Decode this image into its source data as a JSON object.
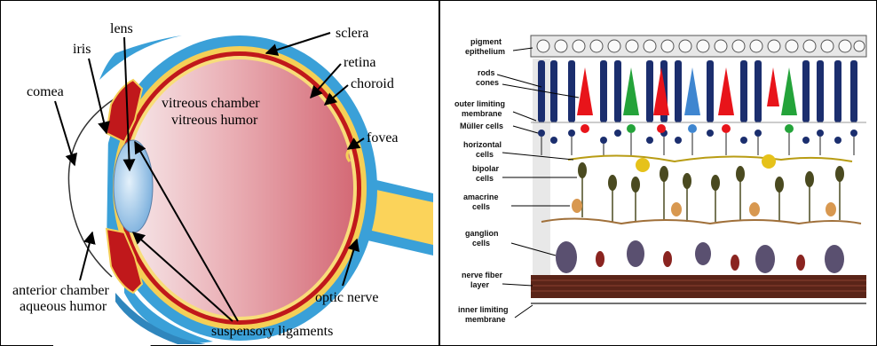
{
  "eye_diagram": {
    "labels": {
      "lens": "lens",
      "iris": "iris",
      "sclera": "sclera",
      "retina": "retina",
      "choroid": "choroid",
      "cornea": "comea",
      "vitreous_chamber": "vitreous chamber",
      "vitreous_humor": "vitreous humor",
      "fovea": "fovea",
      "anterior_chamber": "anterior chamber",
      "aqueous_humor": "aqueous humor",
      "optic_nerve": "optic nerve",
      "suspensory_ligaments": "suspensory ligaments"
    },
    "colors": {
      "sclera": "#3aa0d8",
      "retina": "#f5cf56",
      "choroid": "#c0181b",
      "vitreous_light": "#f3e3e6",
      "vitreous_dark": "#d8737e",
      "lens": "#9ec9ea"
    }
  },
  "retina_diagram": {
    "labels": {
      "pigment_1": "pigment",
      "pigment_2": "epithelium",
      "rods": "rods",
      "cones": "cones",
      "olm_1": "outer limiting",
      "olm_2": "membrane",
      "muller": "Müller cells",
      "horiz_1": "horizontal",
      "horiz_2": "cells",
      "bipolar_1": "bipolar",
      "bipolar_2": "cells",
      "amacrine_1": "amacrine",
      "amacrine_2": "cells",
      "ganglion_1": "ganglion",
      "ganglion_2": "cells",
      "nfl_1": "nerve fiber",
      "nfl_2": "layer",
      "ilm_1": "inner limiting",
      "ilm_2": "membrane"
    },
    "colors": {
      "rod": "#1b2e6e",
      "cone_red": "#e8141a",
      "cone_green": "#24a33a",
      "cone_blue": "#3f86d0",
      "bipolar": "#4a4a20",
      "horizontal": "#e6c21a",
      "amacrine": "#d89850",
      "ganglion": "#5a5070",
      "nerve_fiber": "#5a2418"
    }
  }
}
